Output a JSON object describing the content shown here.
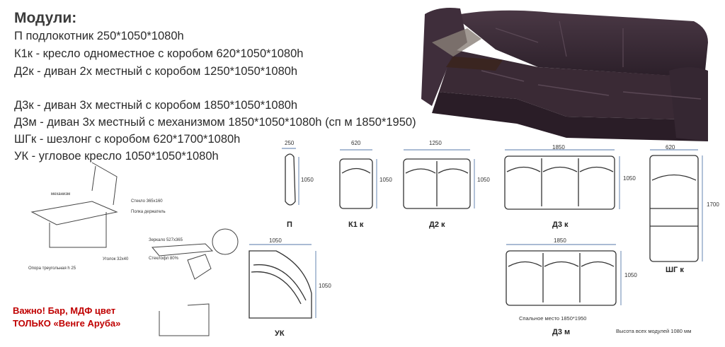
{
  "title": "Модули:",
  "modules": [
    " П подлокотник 250*1050*1080h",
    "К1к - кресло одноместное с коробом 620*1050*1080h",
    "Д2к - диван 2х местный с коробом 1250*1050*1080h",
    "Д3к - диван 3х местный с коробом 1850*1050*1080h",
    "Д3м - диван 3х местный с механизмом 1850*1050*1080h (сп м 1850*1950)",
    "ШГк - шезлонг с коробом 620*1700*1080h",
    "УК - угловое кресло 1050*1050*1080h"
  ],
  "warning": [
    "Важно! Бар, МДФ цвет",
    "ТОЛЬКО «Венге Аруба»"
  ],
  "diagrams": {
    "p": {
      "label": "П",
      "width": "250",
      "depth": "1050"
    },
    "k1k": {
      "label": "К1 к",
      "width": "620",
      "depth": "1050"
    },
    "d2k": {
      "label": "Д2 к",
      "width": "1250",
      "depth": "1050"
    },
    "d3k": {
      "label": "Д3 к",
      "width": "1850",
      "depth": "1050"
    },
    "shgk": {
      "label": "ШГ к",
      "width": "620",
      "depth": "1700"
    },
    "uk": {
      "label": "УК",
      "width": "1050",
      "depth": "1050"
    },
    "d3m": {
      "label": "Д3 м",
      "width": "1850",
      "depth": "1050",
      "note": "Спальное место 1850*1950"
    }
  },
  "height_note": "Высота всех модулей 1080 мм",
  "bar_callouts": {
    "mechanism": "механизм",
    "glass": "Стекло 365x160",
    "shelf": "Полка держатель",
    "support": "Опора треугольная h 25",
    "corner": "Уголок 32x40",
    "mirror": "Зеркало 527x365",
    "glassholder": "Стеклофл 80%"
  },
  "colors": {
    "sofa": "#3a2a35",
    "warning": "#c00000",
    "arrow": "#5577aa"
  }
}
